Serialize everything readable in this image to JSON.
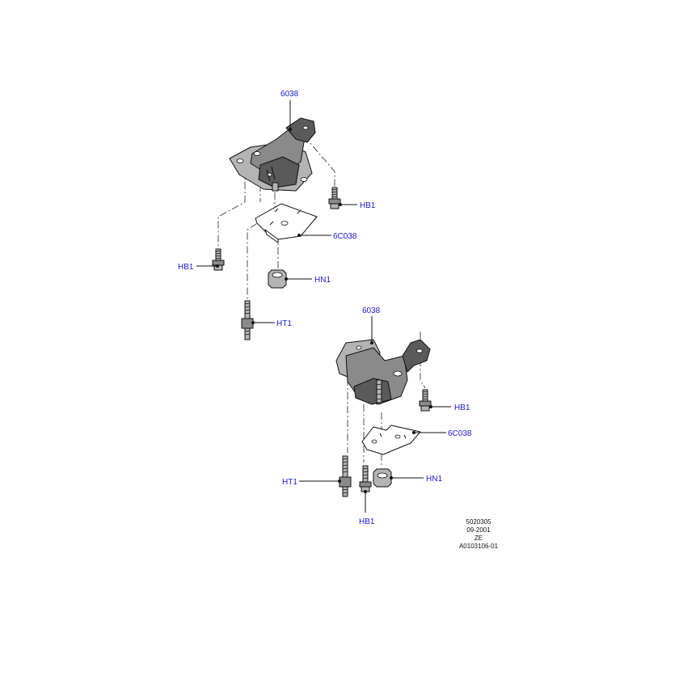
{
  "callouts": {
    "upper_bracket": "6038",
    "upper_bolt_right": "HB1",
    "upper_bracket_plate": "6C038",
    "upper_bolt_left": "HB1",
    "upper_nut": "HN1",
    "upper_stud": "HT1",
    "lower_bracket": "6038",
    "lower_bolt_right": "HB1",
    "lower_bracket_plate": "6C038",
    "lower_stud": "HT1",
    "lower_nut": "HN1",
    "lower_bolt_bottom": "HB1"
  },
  "reference": {
    "line1": "5020305",
    "line2": "09-2001",
    "line3": "ZE",
    "line4": "A0103106-01"
  },
  "colors": {
    "callout_text": "#1a1ad6",
    "part_fill": "#8a8a8a",
    "line": "#111111"
  }
}
